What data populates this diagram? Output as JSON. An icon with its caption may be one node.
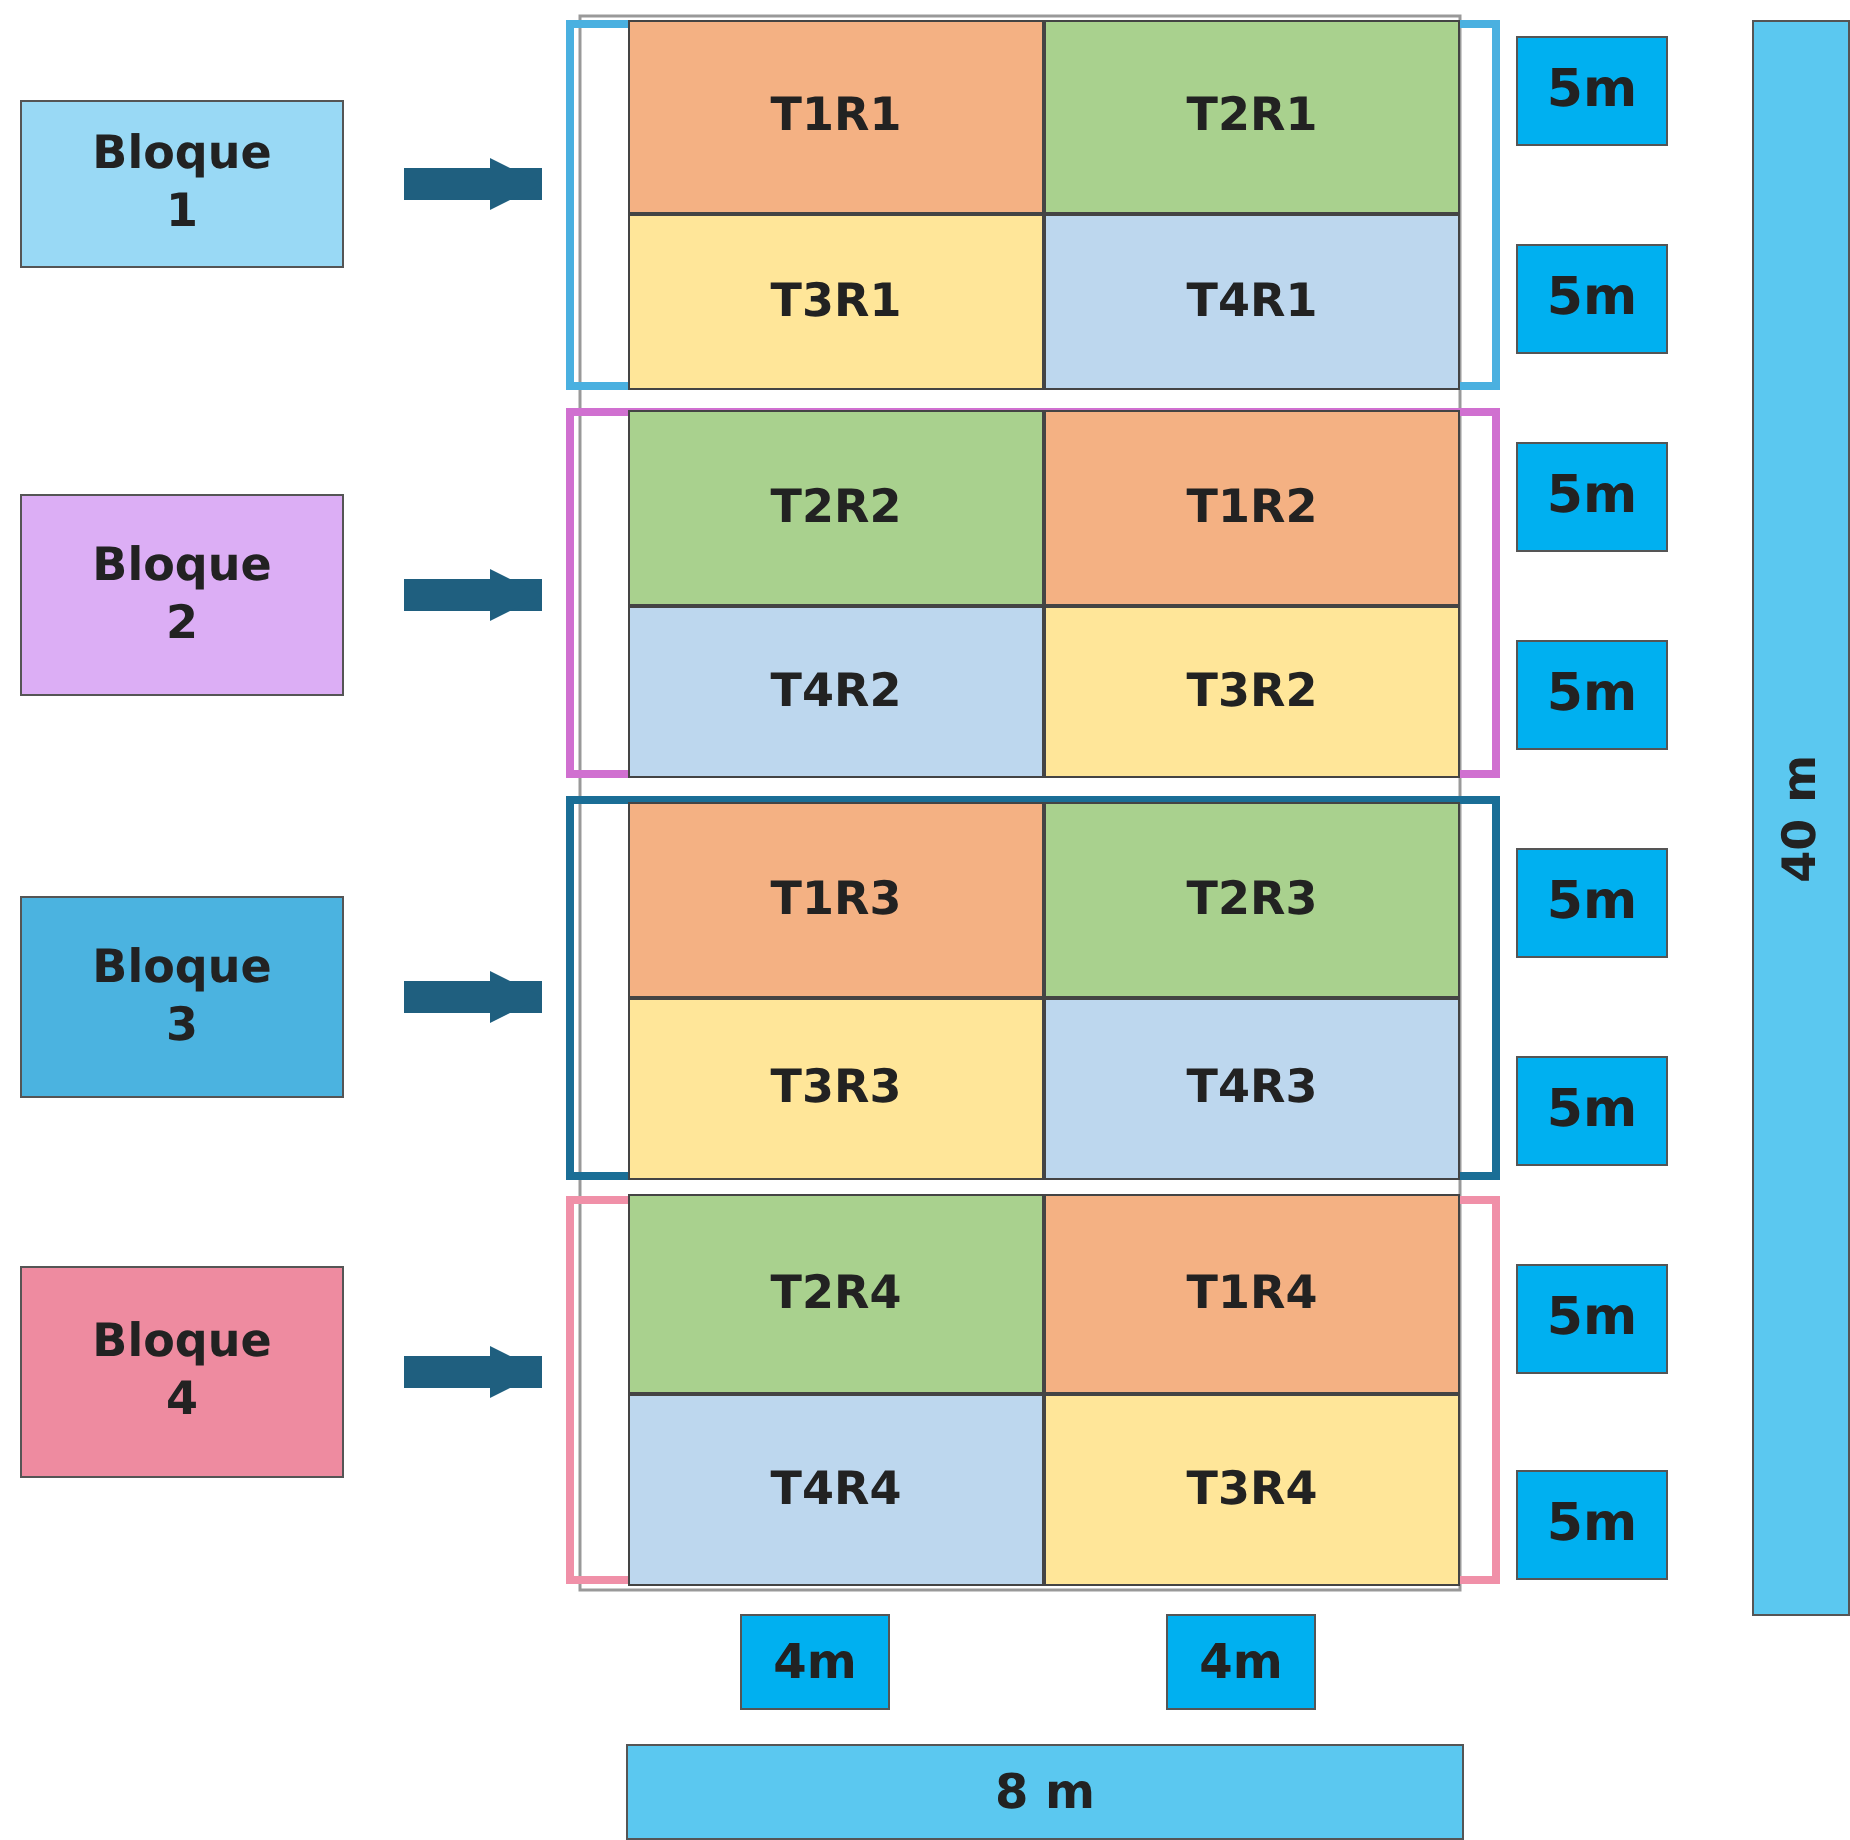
{
  "diagram": {
    "nodes": [
      {
        "text": [
          "Bloque 1"
        ]
      },
      {
        "text": [],
        "shape": "box"
      },
      {
        "text": [
          "T1R1"
        ],
        "in": 1
      },
      {
        "text": [
          "T2R1"
        ],
        "in": 1
      },
      {
        "text": [
          "T3R1"
        ],
        "in": 1
      },
      {
        "text": [
          "T4R1"
        ],
        "in": 1
      },
      {
        "text": [
          "Bloque 2"
        ]
      },
      {
        "text": [],
        "shape": "box"
      },
      {
        "text": [
          "T2R2"
        ],
        "in": 7
      },
      {
        "text": [
          "T1R2"
        ],
        "in": 7
      },
      {
        "text": [
          "T4R2"
        ],
        "in": 7
      },
      {
        "text": [
          "T3R2"
        ],
        "in": 7
      },
      {
        "text": [
          "Bloque 3"
        ]
      },
      {
        "text": [],
        "shape": "box"
      },
      {
        "text": [
          "T1R3"
        ],
        "in": 13
      },
      {
        "text": [
          "T2R3"
        ],
        "in": 13
      },
      {
        "text": [
          "T3R3"
        ],
        "in": 13
      },
      {
        "text": [
          "T4R3"
        ],
        "in": 13
      },
      {
        "text": [
          "Bloque 4"
        ]
      },
      {
        "text": [],
        "shape": "box"
      },
      {
        "text": [
          "T2R4"
        ],
        "in": 19
      },
      {
        "text": [
          "T1R4"
        ],
        "in": 19
      },
      {
        "text": [
          "T4R4"
        ],
        "in": 19
      },
      {
        "text": [
          "T3R4"
        ],
        "in": 19
      },
      {
        "text": [
          "5m"
        ]
      },
      {
        "text": [
          "5m"
        ]
      },
      {
        "text": [
          "5m"
        ]
      },
      {
        "text": [
          "5m"
        ]
      },
      {
        "text": [
          "5m"
        ]
      },
      {
        "text": [
          "5m"
        ]
      },
      {
        "text": [
          "5m"
        ]
      },
      {
        "text": [
          "5m"
        ]
      },
      {
        "text": [
          "40 m"
        ]
      },
      {
        "text": [
          "4m"
        ]
      },
      {
        "text": [
          "4m"
        ]
      },
      {
        "text": [
          "8 m"
        ]
      }
    ],
    "edges": [
      {
        "from": 0,
        "to": 1,
        "arrow": "to"
      },
      {
        "from": 6,
        "to": 7,
        "arrow": "to"
      },
      {
        "from": 12,
        "to": 13,
        "arrow": "to"
      },
      {
        "from": 18,
        "to": 19,
        "arrow": "to"
      }
    ]
  }
}
